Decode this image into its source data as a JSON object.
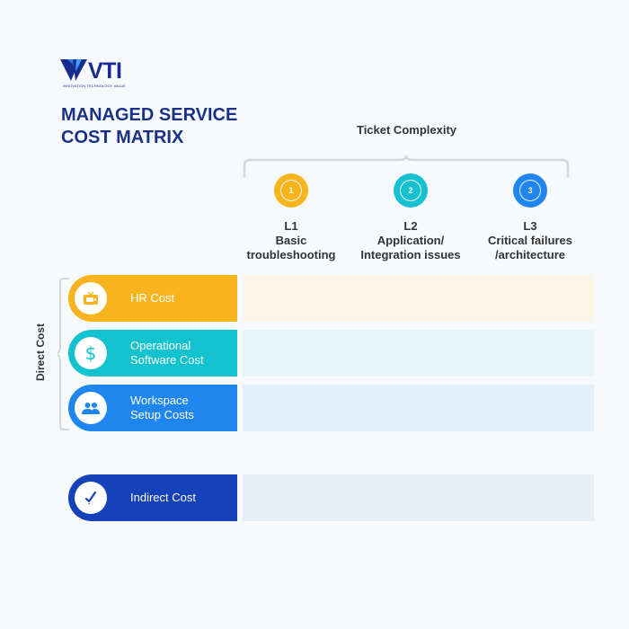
{
  "logo": {
    "name": "VTI",
    "tagline": "INNOVATION TECHNOLOGY VALUE",
    "color": "#1a2b8f"
  },
  "title": {
    "line1": "MANAGED SERVICE",
    "line2": "COST MATRIX"
  },
  "ticket_complexity": {
    "label": "Ticket Complexity",
    "levels": [
      {
        "number": "1",
        "code": "L1",
        "line1": "Basic",
        "line2": "troubleshooting",
        "color": "#f6b51f"
      },
      {
        "number": "2",
        "code": "L2",
        "line1": "Application/",
        "line2": "Integration issues",
        "color": "#16c0cf"
      },
      {
        "number": "3",
        "code": "L3",
        "line1": "Critical failures",
        "line2": "/architecture",
        "color": "#1f86f0"
      }
    ]
  },
  "direct_cost": {
    "label": "Direct Cost",
    "rows": [
      {
        "line1": "HR Cost",
        "line2": "",
        "icon": "tv-icon",
        "color": "#f8b41f",
        "fill": "#fbf6e6"
      },
      {
        "line1": "Operational",
        "line2": "Software Cost",
        "icon": "dollar-icon",
        "color": "#12c3cf",
        "fill": "#e5f6f9"
      },
      {
        "line1": "Workspace",
        "line2": "Setup Costs",
        "icon": "people-icon",
        "color": "#1f86f0",
        "fill": "#e2effd"
      }
    ]
  },
  "indirect_cost": {
    "line1": "Indirect Cost",
    "icon": "check-icon",
    "color": "#1542b8",
    "fill": "#e5eef7"
  }
}
